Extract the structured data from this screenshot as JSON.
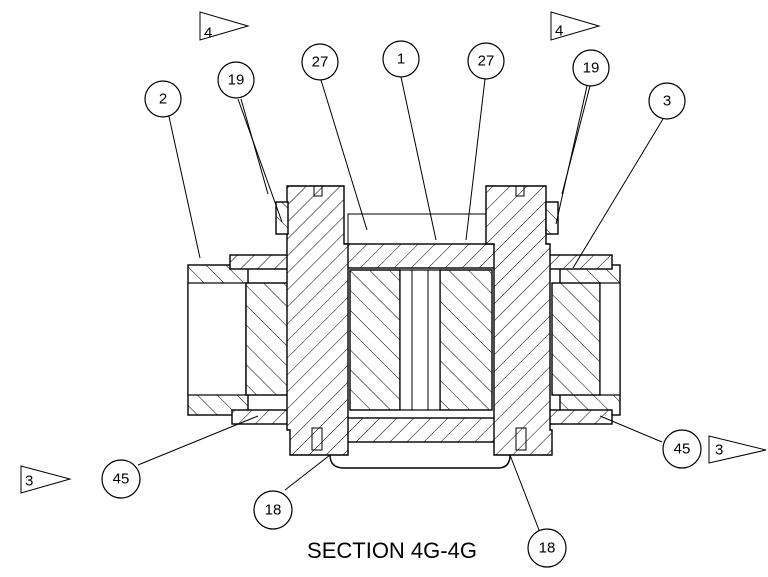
{
  "title": "SECTION 4G-4G",
  "balloons": [
    "2",
    "19",
    "27",
    "1",
    "27",
    "19",
    "3",
    "45",
    "45",
    "18",
    "18"
  ],
  "flags": [
    "4",
    "4",
    "3",
    "3"
  ]
}
